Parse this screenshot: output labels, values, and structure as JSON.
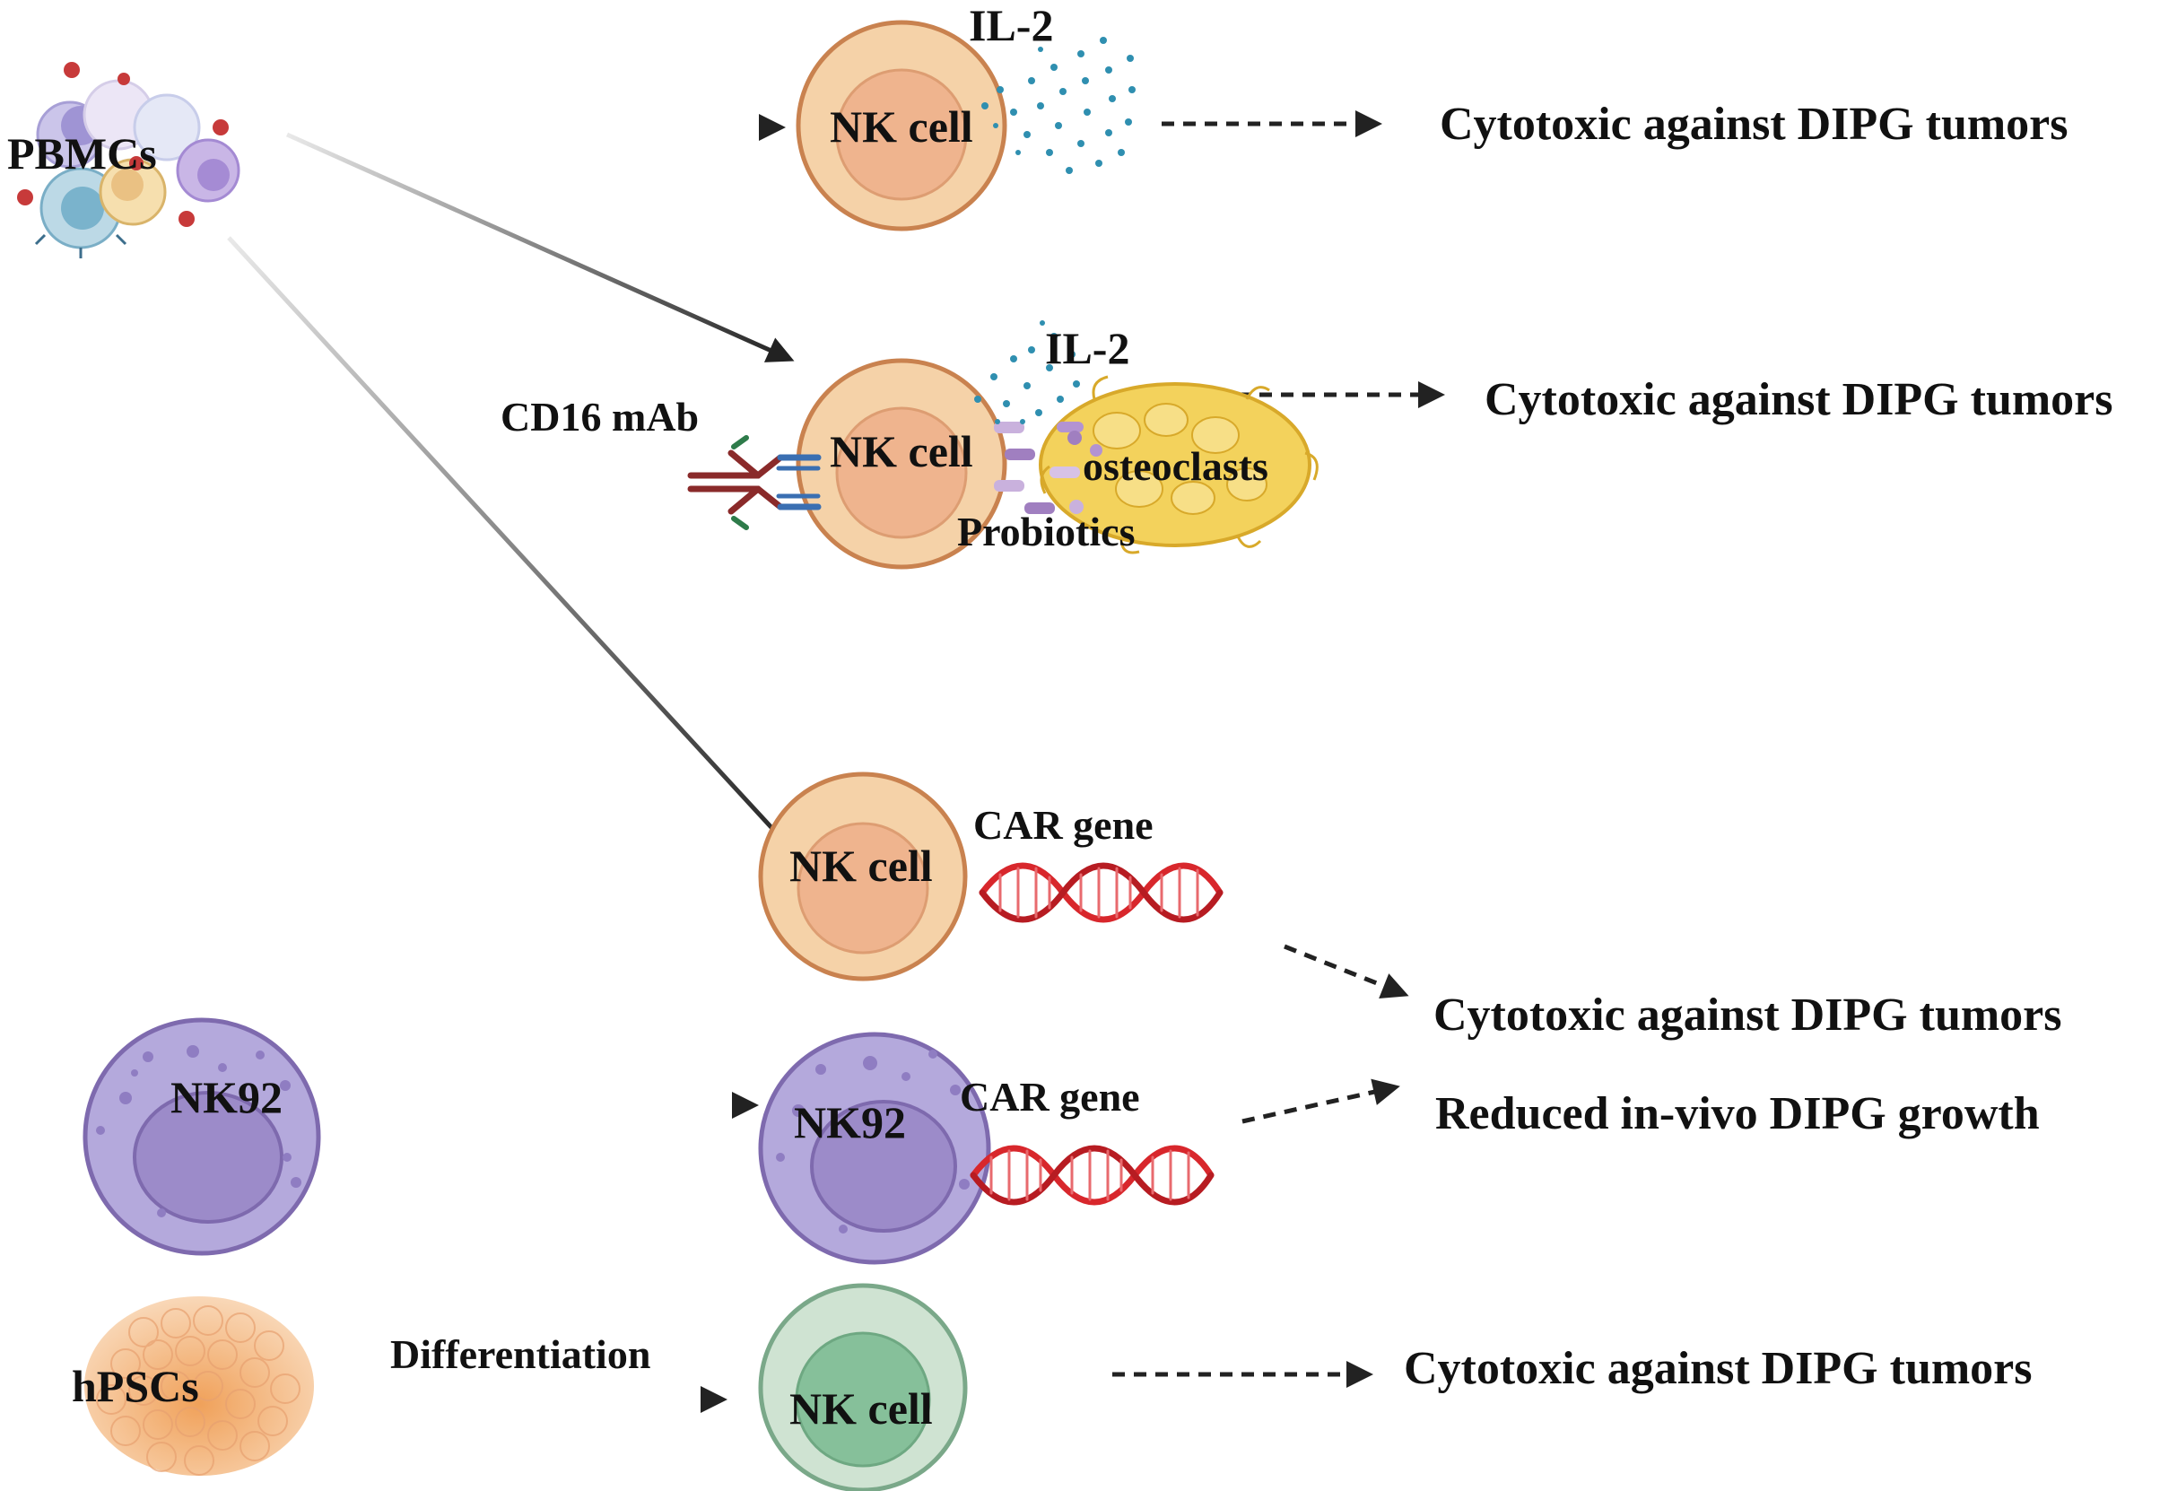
{
  "sources": {
    "pbmc": "PBMCs",
    "nk92": "NK92",
    "hpsc": "hPSCs"
  },
  "cells": {
    "nk_row1": "NK cell",
    "nk_row2": "NK cell",
    "nk_row3": "NK cell",
    "nk92_modified": "NK92",
    "nk_row5": "NK cell"
  },
  "factors": {
    "il2_row1": "IL-2",
    "il2_row2": "IL-2",
    "cd16": "CD16 mAb",
    "osteoclasts": "osteoclasts",
    "probiotics": "Probiotics",
    "car_gene_row3": "CAR gene",
    "car_gene_row4": "CAR gene",
    "differentiation": "Differentiation"
  },
  "outcomes": {
    "row1": "Cytotoxic against DIPG tumors",
    "row2": "Cytotoxic against DIPG tumors",
    "row3": "Cytotoxic against DIPG tumors",
    "row4": "Reduced in-vivo DIPG growth",
    "row5": "Cytotoxic against DIPG tumors"
  },
  "colors": {
    "nk_membrane": "#f5d2a8",
    "nk_nucleus": "#efb48e",
    "nk_outline": "#c9824f",
    "nk92_membrane": "#b4a9dc",
    "nk92_nucleus": "#9c8bc9",
    "nk92_outline": "#7e6aae",
    "hpsc_derived_membrane": "#cfe3d2",
    "hpsc_derived_nucleus": "#86c09a",
    "hpsc_derived_outline": "#7aa889",
    "dna_strand": "#d8272c",
    "il2_dots": "#2f8fb0",
    "osteoclast": "#f3d25c",
    "antibody_heavy": "#8a2a2a",
    "antibody_light": "#3a6fb2",
    "arrow": "#222222",
    "text": "#111111"
  }
}
